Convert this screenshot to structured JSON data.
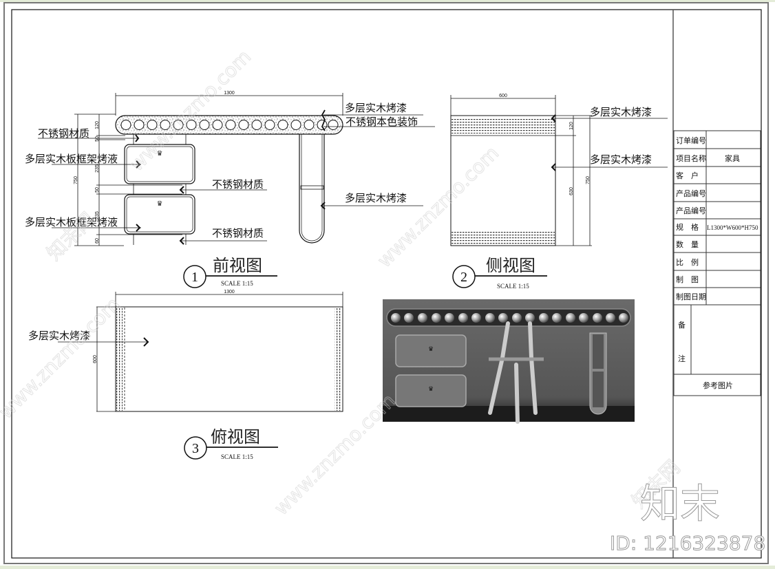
{
  "sheet": {
    "views": [
      {
        "number": "1",
        "title": "前视图",
        "scale": "SCALE 1:15"
      },
      {
        "number": "2",
        "title": "侧视图",
        "scale": "SCALE 1:15"
      },
      {
        "number": "3",
        "title": "俯视图",
        "scale": "SCALE 1:15"
      }
    ]
  },
  "front_view": {
    "dim_width": "1300",
    "dim_total_height": "750",
    "dim_segments": [
      "120",
      "50",
      "235",
      "50",
      "235",
      "60"
    ],
    "labels": {
      "steel_top": "不锈钢材质",
      "frame_upper": "多层实木板框架烤液",
      "frame_lower": "多层实木板框架烤液",
      "steel_mid": "不锈钢材质",
      "steel_bottom": "不锈钢材质",
      "top_paint": "多层实木烤漆",
      "steel_deco": "不锈钢本色装饰",
      "leg_paint": "多层实木烤漆"
    }
  },
  "side_view": {
    "dim_width": "600",
    "dim_top": "120",
    "dim_body": "630",
    "dim_total": "750",
    "labels": {
      "top": "多层实木烤漆",
      "body": "多层实木烤漆"
    }
  },
  "top_view": {
    "dim_width": "1300",
    "dim_depth": "600",
    "labels": {
      "surface": "多层实木烤漆"
    }
  },
  "title_block": {
    "rows": [
      {
        "label": "订单编号",
        "value": ""
      },
      {
        "label": "项目名称",
        "value": "家具"
      },
      {
        "label": "客　户",
        "value": ""
      },
      {
        "label": "产品编号",
        "value": ""
      },
      {
        "label": "产品编号",
        "value": ""
      },
      {
        "label": "规　格",
        "value": "L1300*W600*H750"
      },
      {
        "label": "数　量",
        "value": ""
      },
      {
        "label": "比　例",
        "value": ""
      },
      {
        "label": "制　图",
        "value": ""
      },
      {
        "label": "制图日期",
        "value": ""
      }
    ],
    "remarks_label_1": "备",
    "remarks_label_2": "注",
    "reference_label": "参考图片"
  },
  "watermark": {
    "brand": "知末",
    "id": "ID: 1216323878",
    "site": "www.znzmo.com",
    "site_cn": "知末网"
  },
  "colors": {
    "line": "#111111",
    "frame": "#777777",
    "bar": "#e4ecd8"
  }
}
